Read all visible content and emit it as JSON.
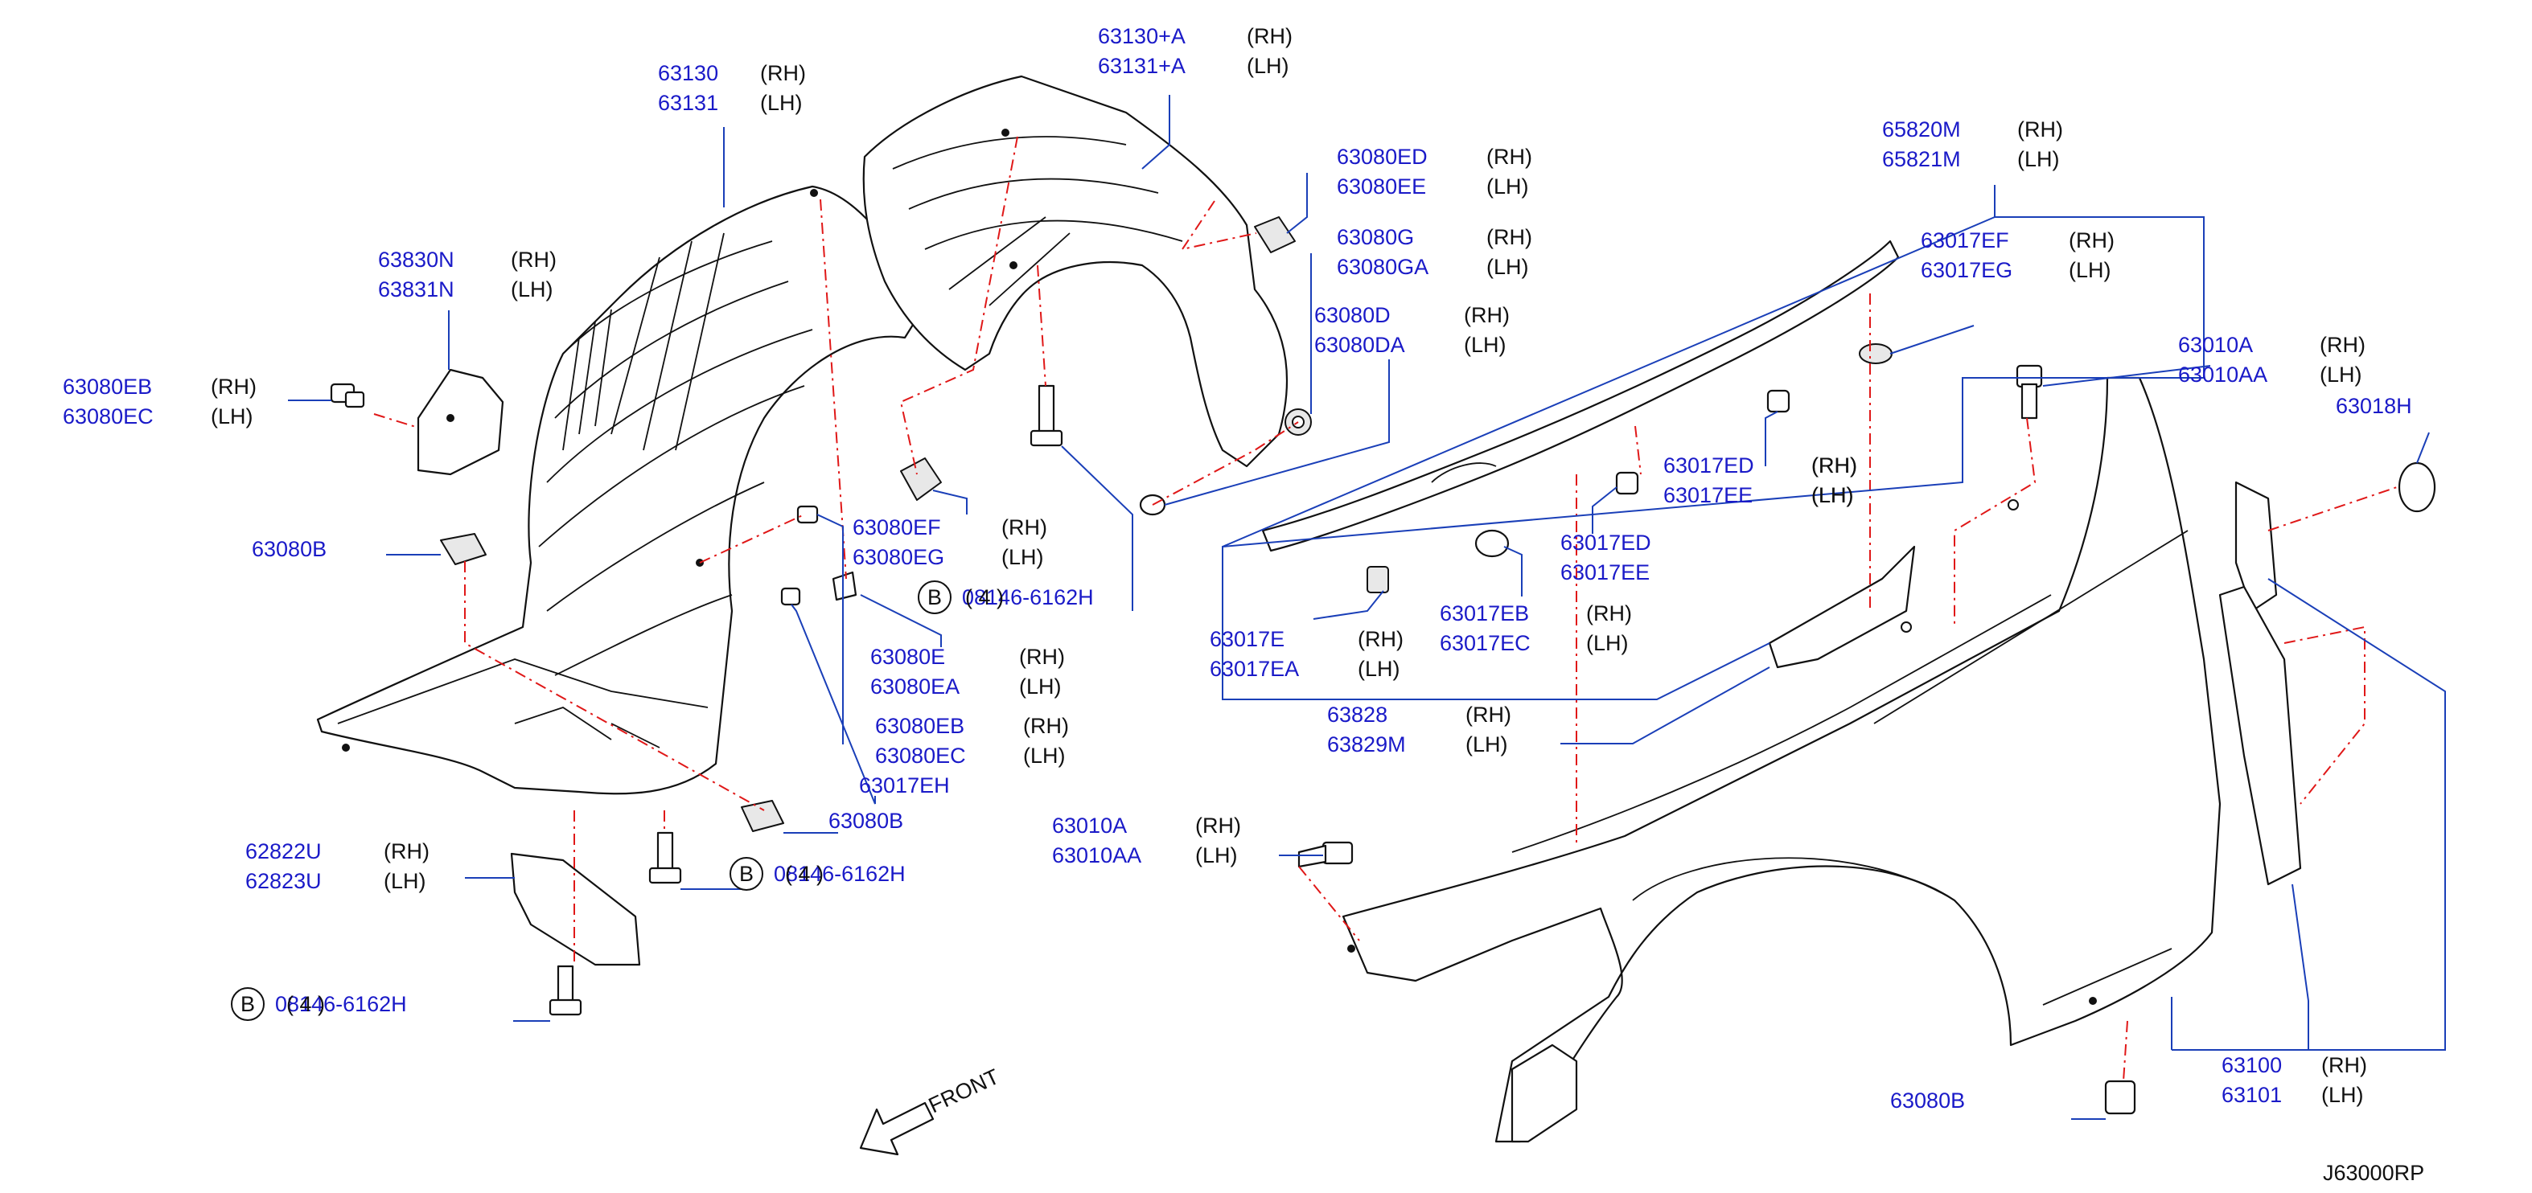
{
  "diagram_code": "J63000RP",
  "front_label": "FRONT",
  "bolt_circle_letter": "B",
  "colors": {
    "part_number": "#1a1ac8",
    "leader_line": "#1a3fb8",
    "center_line": "#e01818",
    "outline": "#111111"
  },
  "callouts": [
    {
      "id": "c-63130",
      "parts": [
        [
          "63130",
          "(RH)"
        ],
        [
          "63131",
          "(LH)"
        ]
      ]
    },
    {
      "id": "c-63130a",
      "parts": [
        [
          "63130+A",
          "(RH)"
        ],
        [
          "63131+A",
          "(LH)"
        ]
      ]
    },
    {
      "id": "c-63830n",
      "parts": [
        [
          "63830N",
          "(RH)"
        ],
        [
          "63831N",
          "(LH)"
        ]
      ]
    },
    {
      "id": "c-63080eb-left",
      "parts": [
        [
          "63080EB",
          "(RH)"
        ],
        [
          "63080EC",
          "(LH)"
        ]
      ]
    },
    {
      "id": "c-63080b-left",
      "parts": [
        [
          "63080B",
          ""
        ]
      ]
    },
    {
      "id": "c-63080ed",
      "parts": [
        [
          "63080ED",
          "(RH)"
        ],
        [
          "63080EE",
          "(LH)"
        ]
      ]
    },
    {
      "id": "c-63080g",
      "parts": [
        [
          "63080G",
          "(RH)"
        ],
        [
          "63080GA",
          "(LH)"
        ]
      ]
    },
    {
      "id": "c-63080d",
      "parts": [
        [
          "63080D",
          "(RH)"
        ],
        [
          "63080DA",
          "(LH)"
        ]
      ]
    },
    {
      "id": "c-63080ef",
      "parts": [
        [
          "63080EF",
          "(RH)"
        ],
        [
          "63080EG",
          "(LH)"
        ]
      ]
    },
    {
      "id": "c-bolt-upper",
      "parts": [
        [
          "08146-6162H",
          "( 4 )"
        ]
      ],
      "bolt": true
    },
    {
      "id": "c-63080e",
      "parts": [
        [
          "63080E",
          "(RH)"
        ],
        [
          "63080EA",
          "(LH)"
        ]
      ]
    },
    {
      "id": "c-63080eb-mid",
      "parts": [
        [
          "63080EB",
          "(RH)"
        ],
        [
          "63080EC",
          "(LH)"
        ]
      ]
    },
    {
      "id": "c-63017eh",
      "parts": [
        [
          "63017EH",
          ""
        ]
      ]
    },
    {
      "id": "c-63080b-mid",
      "parts": [
        [
          "63080B",
          ""
        ]
      ]
    },
    {
      "id": "c-62822u",
      "parts": [
        [
          "62822U",
          "(RH)"
        ],
        [
          "62823U",
          "(LH)"
        ]
      ]
    },
    {
      "id": "c-bolt-mid",
      "parts": [
        [
          "08146-6162H",
          "( 4 )"
        ]
      ],
      "bolt": true
    },
    {
      "id": "c-bolt-low",
      "parts": [
        [
          "08146-6162H",
          "( 4 )"
        ]
      ],
      "bolt": true
    },
    {
      "id": "c-65820m",
      "parts": [
        [
          "65820M",
          "(RH)"
        ],
        [
          "65821M",
          "(LH)"
        ]
      ]
    },
    {
      "id": "c-63017ef",
      "parts": [
        [
          "63017EF",
          "(RH)"
        ],
        [
          "63017EG",
          "(LH)"
        ]
      ]
    },
    {
      "id": "c-63010a-right",
      "parts": [
        [
          "63010A",
          "(RH)"
        ],
        [
          "63010AA",
          "(LH)"
        ]
      ]
    },
    {
      "id": "c-63018h",
      "parts": [
        [
          "63018H",
          ""
        ]
      ]
    },
    {
      "id": "c-63017ed-a",
      "parts": [
        [
          "63017ED",
          "(RH)"
        ],
        [
          "63017EE",
          "(LH)"
        ]
      ]
    },
    {
      "id": "c-63017ed-b",
      "parts": [
        [
          "63017ED",
          ""
        ],
        [
          "63017EE",
          ""
        ]
      ]
    },
    {
      "id": "c-rh-lh-mid",
      "parts": [
        [
          "",
          "(RH)"
        ],
        [
          "",
          "(LH)"
        ]
      ]
    },
    {
      "id": "c-63017e",
      "parts": [
        [
          "63017E",
          "(RH)"
        ],
        [
          "63017EA",
          "(LH)"
        ]
      ]
    },
    {
      "id": "c-63017eb",
      "parts": [
        [
          "63017EB",
          "(RH)"
        ],
        [
          "63017EC",
          "(LH)"
        ]
      ]
    },
    {
      "id": "c-63828",
      "parts": [
        [
          "63828",
          "(RH)"
        ],
        [
          "63829M",
          "(LH)"
        ]
      ]
    },
    {
      "id": "c-63010a-mid",
      "parts": [
        [
          "63010A",
          "(RH)"
        ],
        [
          "63010AA",
          "(LH)"
        ]
      ]
    },
    {
      "id": "c-63100",
      "parts": [
        [
          "63100",
          "(RH)"
        ],
        [
          "63101",
          "(LH)"
        ]
      ]
    },
    {
      "id": "c-63080b-right",
      "parts": [
        [
          "63080B",
          ""
        ]
      ]
    }
  ]
}
